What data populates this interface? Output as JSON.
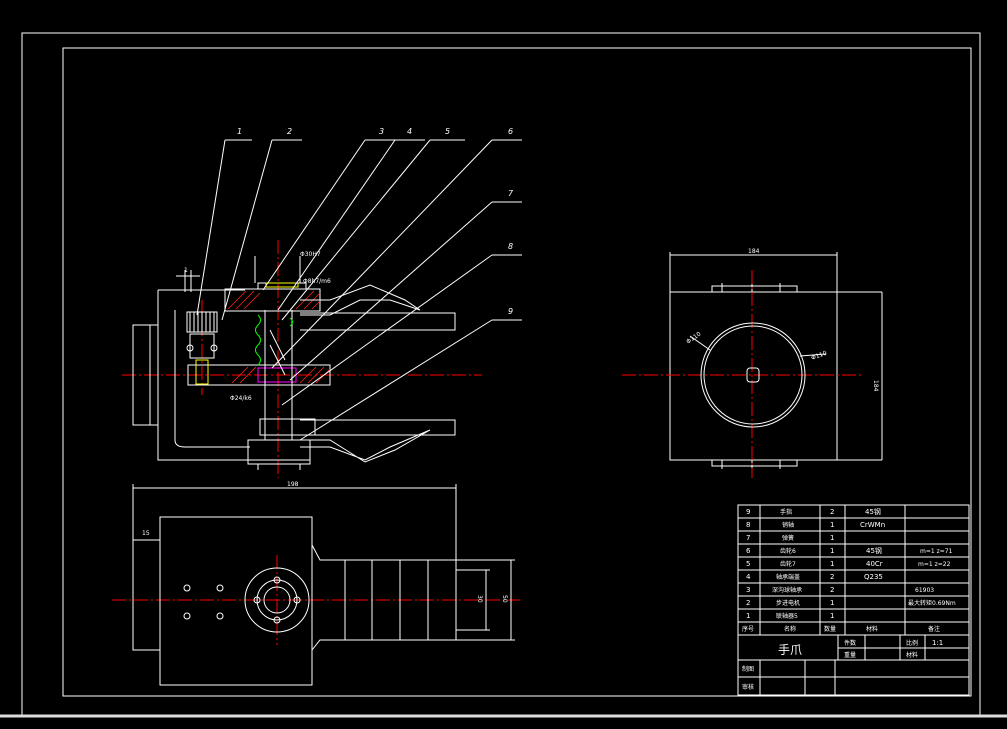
{
  "drawing": {
    "title": "手爪",
    "scale": "1:1",
    "colors": {
      "background": "#000000",
      "outline": "#ffffff",
      "centerline": "#ff0000",
      "section_hatch": "#ff2020",
      "spring": "#00ff00",
      "highlight": "#ffff00"
    }
  },
  "balloons": [
    "1",
    "2",
    "3",
    "4",
    "5",
    "6",
    "7",
    "8",
    "9"
  ],
  "dimensions": {
    "front_height": "184",
    "front_width": "184",
    "top_width": "198",
    "bore_dia": "Φ30H7",
    "shaft_fit": "Φ8h7/m6",
    "gear_fit": "Φ24/k6",
    "pitch_circle": "Φ110",
    "disc_dia": "Φ110",
    "left_offset": "15",
    "finger_len": "30",
    "finger_total": "50",
    "tiny": "1"
  },
  "bom": {
    "headers": [
      "序号",
      "名称",
      "数量",
      "材料",
      "备注"
    ],
    "rows": [
      {
        "no": "9",
        "name": "手指",
        "qty": "2",
        "mat": "45钢",
        "note": ""
      },
      {
        "no": "8",
        "name": "销轴",
        "qty": "1",
        "mat": "CrWMn",
        "note": ""
      },
      {
        "no": "7",
        "name": "弹簧",
        "qty": "1",
        "mat": "",
        "note": ""
      },
      {
        "no": "6",
        "name": "齿轮6",
        "qty": "1",
        "mat": "45钢",
        "note": "m=1 z=71"
      },
      {
        "no": "5",
        "name": "齿轮7",
        "qty": "1",
        "mat": "40Cr",
        "note": "m=1 z=22"
      },
      {
        "no": "4",
        "name": "轴承端盖",
        "qty": "2",
        "mat": "Q235",
        "note": ""
      },
      {
        "no": "3",
        "name": "深沟球轴承",
        "qty": "2",
        "mat": "",
        "note": "61903"
      },
      {
        "no": "2",
        "name": "步进电机",
        "qty": "1",
        "mat": "",
        "note": "最大转矩0.69Nm"
      },
      {
        "no": "1",
        "name": "联轴器5",
        "qty": "1",
        "mat": "",
        "note": ""
      }
    ],
    "title_block": {
      "title": "手爪",
      "scale_label": "比例",
      "scale_value": "1:1",
      "qty_label": "件数",
      "weight_label": "重量",
      "material_label": "材料",
      "draw_label": "制图",
      "check_label": "审核"
    }
  }
}
